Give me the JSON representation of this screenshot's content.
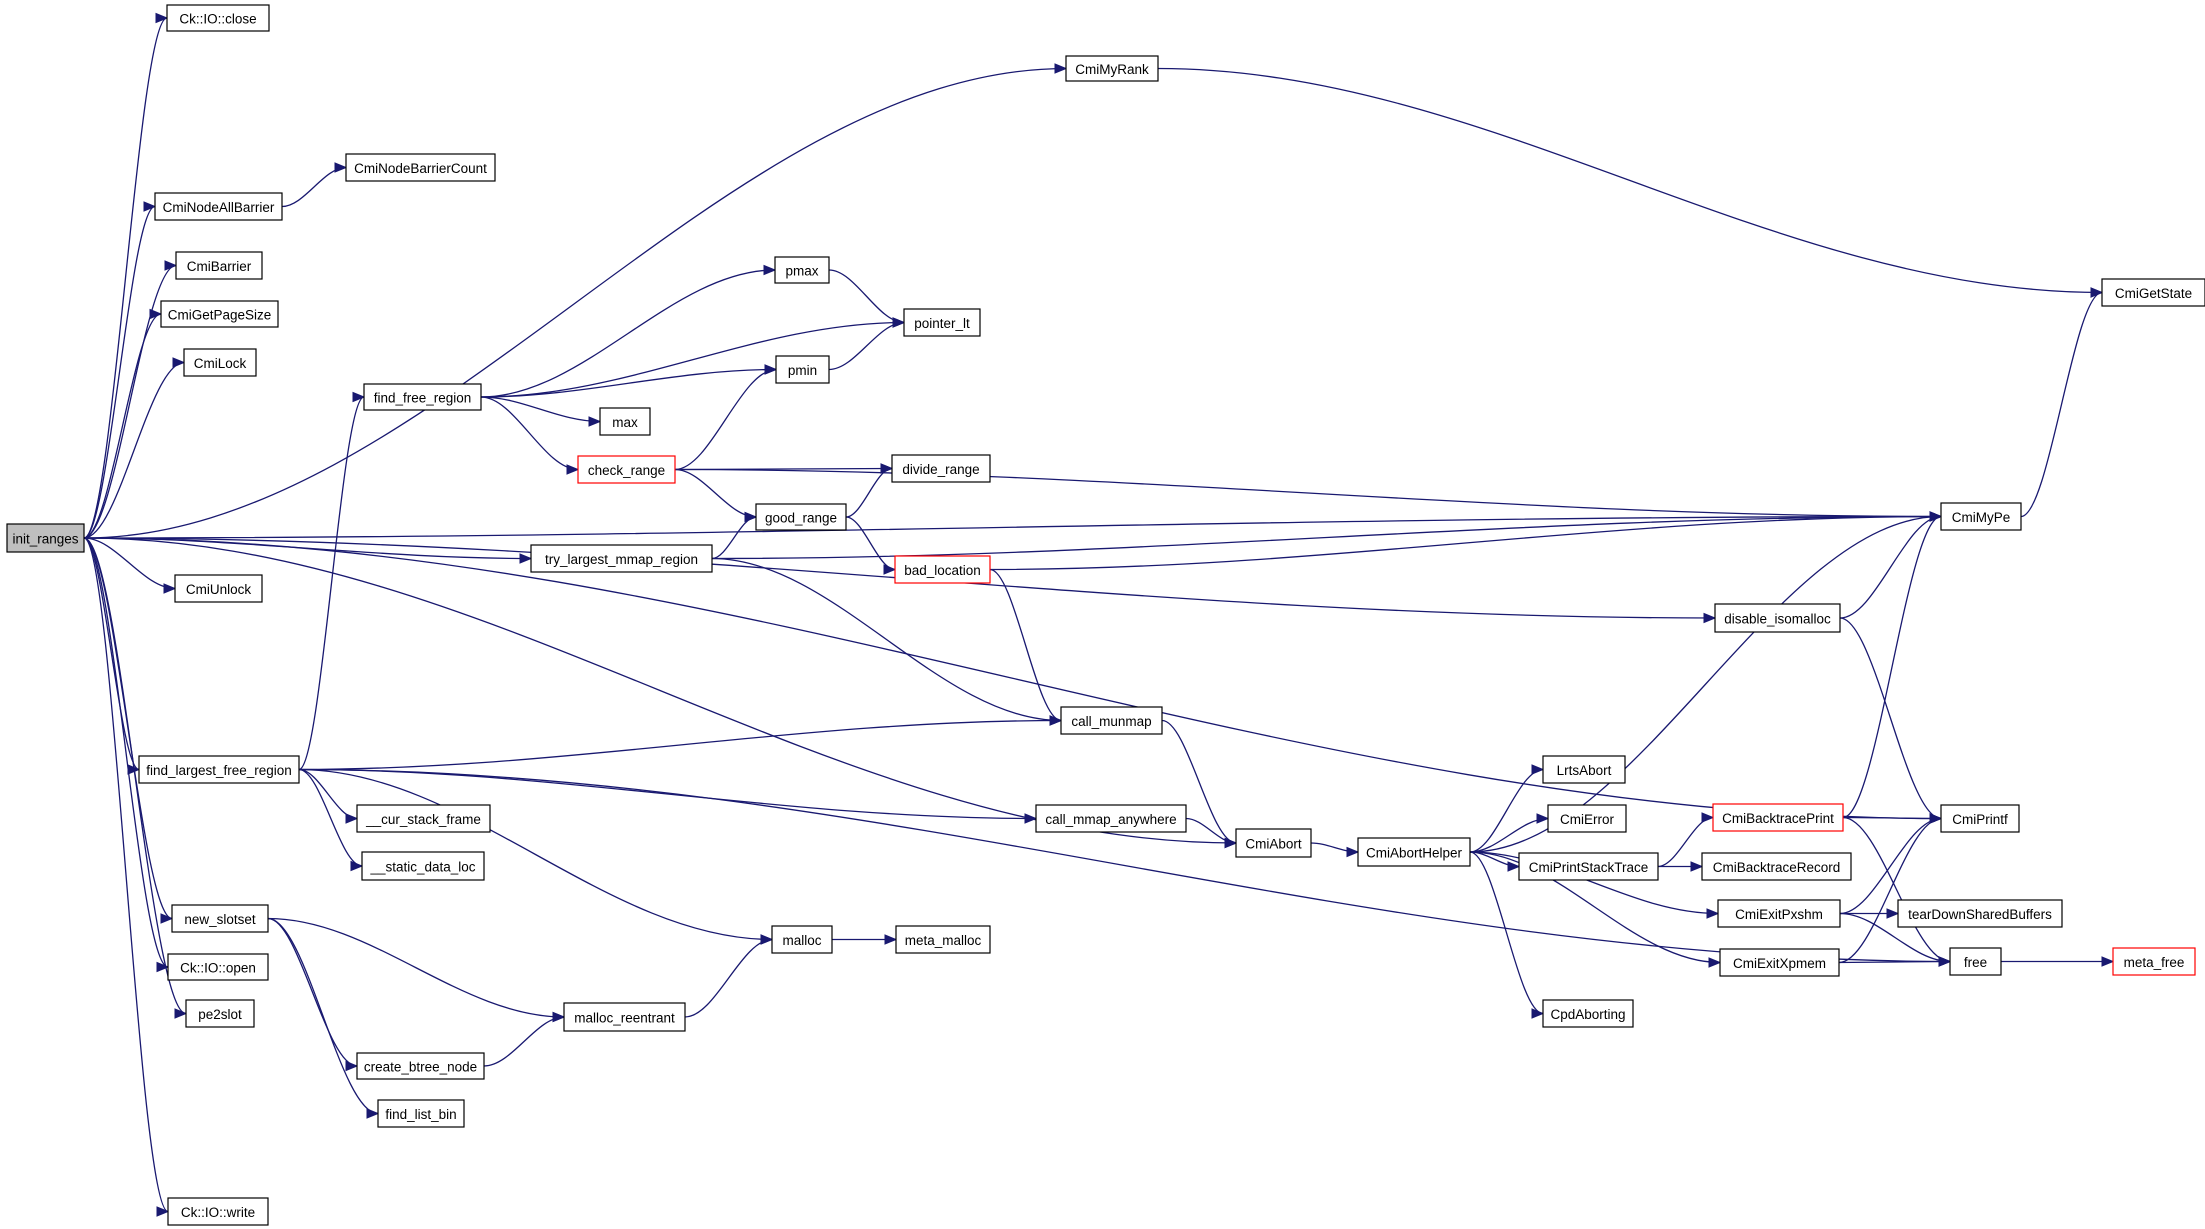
{
  "diagram": {
    "type": "call-graph",
    "root": "init_ranges",
    "colors": {
      "edge": "#191970",
      "node_border": "#000000",
      "truncated_border": "#ff0000",
      "root_fill": "#bfbfbf",
      "node_fill": "#ffffff"
    },
    "nodes": [
      {
        "id": "init_ranges",
        "label": "init_ranges",
        "style": "root"
      },
      {
        "id": "ck_io_close",
        "label": "Ck::IO::close",
        "style": "normal"
      },
      {
        "id": "cmimyrank",
        "label": "CmiMyRank",
        "style": "normal"
      },
      {
        "id": "cminodebarriercount",
        "label": "CmiNodeBarrierCount",
        "style": "normal"
      },
      {
        "id": "cminodeallbarrier",
        "label": "CmiNodeAllBarrier",
        "style": "normal"
      },
      {
        "id": "cmibarrier",
        "label": "CmiBarrier",
        "style": "normal"
      },
      {
        "id": "cmigetpagesize",
        "label": "CmiGetPageSize",
        "style": "normal"
      },
      {
        "id": "cmilock",
        "label": "CmiLock",
        "style": "normal"
      },
      {
        "id": "cmigetstate",
        "label": "CmiGetState",
        "style": "normal"
      },
      {
        "id": "pmax",
        "label": "pmax",
        "style": "normal"
      },
      {
        "id": "pointer_lt",
        "label": "pointer_lt",
        "style": "normal"
      },
      {
        "id": "pmin",
        "label": "pmin",
        "style": "normal"
      },
      {
        "id": "find_free_region",
        "label": "find_free_region",
        "style": "normal"
      },
      {
        "id": "max",
        "label": "max",
        "style": "normal"
      },
      {
        "id": "check_range",
        "label": "check_range",
        "style": "truncated"
      },
      {
        "id": "divide_range",
        "label": "divide_range",
        "style": "normal"
      },
      {
        "id": "good_range",
        "label": "good_range",
        "style": "normal"
      },
      {
        "id": "cmimype",
        "label": "CmiMyPe",
        "style": "normal"
      },
      {
        "id": "try_largest_mmap_region",
        "label": "try_largest_mmap_region",
        "style": "normal"
      },
      {
        "id": "bad_location",
        "label": "bad_location",
        "style": "truncated"
      },
      {
        "id": "cmiunlock",
        "label": "CmiUnlock",
        "style": "normal"
      },
      {
        "id": "disable_isomalloc",
        "label": "disable_isomalloc",
        "style": "normal"
      },
      {
        "id": "call_munmap",
        "label": "call_munmap",
        "style": "normal"
      },
      {
        "id": "find_largest_free_region",
        "label": "find_largest_free_region",
        "style": "normal"
      },
      {
        "id": "lrtsabort",
        "label": "LrtsAbort",
        "style": "normal"
      },
      {
        "id": "cur_stack_frame",
        "label": "__cur_stack_frame",
        "style": "normal"
      },
      {
        "id": "call_mmap_anywhere",
        "label": "call_mmap_anywhere",
        "style": "normal"
      },
      {
        "id": "cmierror",
        "label": "CmiError",
        "style": "normal"
      },
      {
        "id": "cmibacktraceprint",
        "label": "CmiBacktracePrint",
        "style": "truncated"
      },
      {
        "id": "cmiprintf",
        "label": "CmiPrintf",
        "style": "normal"
      },
      {
        "id": "cmiabort",
        "label": "CmiAbort",
        "style": "normal"
      },
      {
        "id": "cmiaborthelper",
        "label": "CmiAbortHelper",
        "style": "normal"
      },
      {
        "id": "cmiprintstacktrace",
        "label": "CmiPrintStackTrace",
        "style": "normal"
      },
      {
        "id": "cmibacktracerecord",
        "label": "CmiBacktraceRecord",
        "style": "normal"
      },
      {
        "id": "static_data_loc",
        "label": "__static_data_loc",
        "style": "normal"
      },
      {
        "id": "cmiexitpxshm",
        "label": "CmiExitPxshm",
        "style": "normal"
      },
      {
        "id": "teardownsharedbuffers",
        "label": "tearDownSharedBuffers",
        "style": "normal"
      },
      {
        "id": "new_slotset",
        "label": "new_slotset",
        "style": "normal"
      },
      {
        "id": "malloc",
        "label": "malloc",
        "style": "normal"
      },
      {
        "id": "meta_malloc",
        "label": "meta_malloc",
        "style": "normal"
      },
      {
        "id": "ck_io_open",
        "label": "Ck::IO::open",
        "style": "normal"
      },
      {
        "id": "cmiexitxpmem",
        "label": "CmiExitXpmem",
        "style": "normal"
      },
      {
        "id": "free",
        "label": "free",
        "style": "normal"
      },
      {
        "id": "meta_free",
        "label": "meta_free",
        "style": "truncated"
      },
      {
        "id": "pe2slot",
        "label": "pe2slot",
        "style": "normal"
      },
      {
        "id": "malloc_reentrant",
        "label": "malloc_reentrant",
        "style": "normal"
      },
      {
        "id": "cpdaborting",
        "label": "CpdAborting",
        "style": "normal"
      },
      {
        "id": "create_btree_node",
        "label": "create_btree_node",
        "style": "normal"
      },
      {
        "id": "find_list_bin",
        "label": "find_list_bin",
        "style": "normal"
      },
      {
        "id": "ck_io_write",
        "label": "Ck::IO::write",
        "style": "normal"
      }
    ],
    "edges": [
      {
        "from": "init_ranges",
        "to": "ck_io_close"
      },
      {
        "from": "init_ranges",
        "to": "cmimyrank"
      },
      {
        "from": "init_ranges",
        "to": "cmimype"
      },
      {
        "from": "init_ranges",
        "to": "cminodeallbarrier"
      },
      {
        "from": "init_ranges",
        "to": "cmibarrier"
      },
      {
        "from": "init_ranges",
        "to": "cmigetpagesize"
      },
      {
        "from": "init_ranges",
        "to": "cmilock"
      },
      {
        "from": "init_ranges",
        "to": "disable_isomalloc"
      },
      {
        "from": "init_ranges",
        "to": "try_largest_mmap_region"
      },
      {
        "from": "init_ranges",
        "to": "cmiunlock"
      },
      {
        "from": "init_ranges",
        "to": "cmiprintf"
      },
      {
        "from": "init_ranges",
        "to": "find_largest_free_region"
      },
      {
        "from": "init_ranges",
        "to": "new_slotset"
      },
      {
        "from": "init_ranges",
        "to": "ck_io_open"
      },
      {
        "from": "init_ranges",
        "to": "pe2slot"
      },
      {
        "from": "init_ranges",
        "to": "cmiabort"
      },
      {
        "from": "init_ranges",
        "to": "ck_io_write"
      },
      {
        "from": "cmimyrank",
        "to": "cmigetstate"
      },
      {
        "from": "cminodeallbarrier",
        "to": "cminodebarriercount"
      },
      {
        "from": "cmimype",
        "to": "cmigetstate"
      },
      {
        "from": "find_free_region",
        "to": "pmax"
      },
      {
        "from": "find_free_region",
        "to": "pointer_lt"
      },
      {
        "from": "find_free_region",
        "to": "pmin"
      },
      {
        "from": "find_free_region",
        "to": "max"
      },
      {
        "from": "find_free_region",
        "to": "check_range"
      },
      {
        "from": "pmax",
        "to": "pointer_lt"
      },
      {
        "from": "pmin",
        "to": "pointer_lt"
      },
      {
        "from": "check_range",
        "to": "pmin"
      },
      {
        "from": "check_range",
        "to": "cmimype"
      },
      {
        "from": "check_range",
        "to": "divide_range"
      },
      {
        "from": "check_range",
        "to": "good_range"
      },
      {
        "from": "good_range",
        "to": "divide_range"
      },
      {
        "from": "good_range",
        "to": "bad_location"
      },
      {
        "from": "try_largest_mmap_region",
        "to": "good_range"
      },
      {
        "from": "try_largest_mmap_region",
        "to": "cmimype"
      },
      {
        "from": "try_largest_mmap_region",
        "to": "call_munmap"
      },
      {
        "from": "bad_location",
        "to": "cmimype"
      },
      {
        "from": "bad_location",
        "to": "call_munmap"
      },
      {
        "from": "disable_isomalloc",
        "to": "cmimype"
      },
      {
        "from": "disable_isomalloc",
        "to": "cmiprintf"
      },
      {
        "from": "find_largest_free_region",
        "to": "find_free_region"
      },
      {
        "from": "find_largest_free_region",
        "to": "call_munmap"
      },
      {
        "from": "find_largest_free_region",
        "to": "call_mmap_anywhere"
      },
      {
        "from": "find_largest_free_region",
        "to": "cur_stack_frame"
      },
      {
        "from": "find_largest_free_region",
        "to": "static_data_loc"
      },
      {
        "from": "find_largest_free_region",
        "to": "malloc"
      },
      {
        "from": "find_largest_free_region",
        "to": "free"
      },
      {
        "from": "call_munmap",
        "to": "cmiabort"
      },
      {
        "from": "call_mmap_anywhere",
        "to": "cmiabort"
      },
      {
        "from": "cmiabort",
        "to": "cmiaborthelper"
      },
      {
        "from": "cmiaborthelper",
        "to": "cmimype"
      },
      {
        "from": "cmiaborthelper",
        "to": "lrtsabort"
      },
      {
        "from": "cmiaborthelper",
        "to": "cmierror"
      },
      {
        "from": "cmiaborthelper",
        "to": "cmiprintstacktrace"
      },
      {
        "from": "cmiaborthelper",
        "to": "cmiexitpxshm"
      },
      {
        "from": "cmiaborthelper",
        "to": "cmiexitxpmem"
      },
      {
        "from": "cmiaborthelper",
        "to": "cpdaborting"
      },
      {
        "from": "cmiprintstacktrace",
        "to": "cmibacktraceprint"
      },
      {
        "from": "cmiprintstacktrace",
        "to": "cmibacktracerecord"
      },
      {
        "from": "cmibacktraceprint",
        "to": "cmimype"
      },
      {
        "from": "cmibacktraceprint",
        "to": "cmiprintf"
      },
      {
        "from": "cmibacktraceprint",
        "to": "free"
      },
      {
        "from": "cmiexitpxshm",
        "to": "cmiprintf"
      },
      {
        "from": "cmiexitpxshm",
        "to": "teardownsharedbuffers"
      },
      {
        "from": "cmiexitpxshm",
        "to": "free"
      },
      {
        "from": "cmiexitxpmem",
        "to": "cmiprintf"
      },
      {
        "from": "cmiexitxpmem",
        "to": "free"
      },
      {
        "from": "free",
        "to": "meta_free"
      },
      {
        "from": "new_slotset",
        "to": "malloc_reentrant"
      },
      {
        "from": "new_slotset",
        "to": "create_btree_node"
      },
      {
        "from": "new_slotset",
        "to": "find_list_bin"
      },
      {
        "from": "malloc",
        "to": "meta_malloc"
      },
      {
        "from": "malloc_reentrant",
        "to": "malloc"
      },
      {
        "from": "create_btree_node",
        "to": "malloc_reentrant"
      }
    ]
  }
}
